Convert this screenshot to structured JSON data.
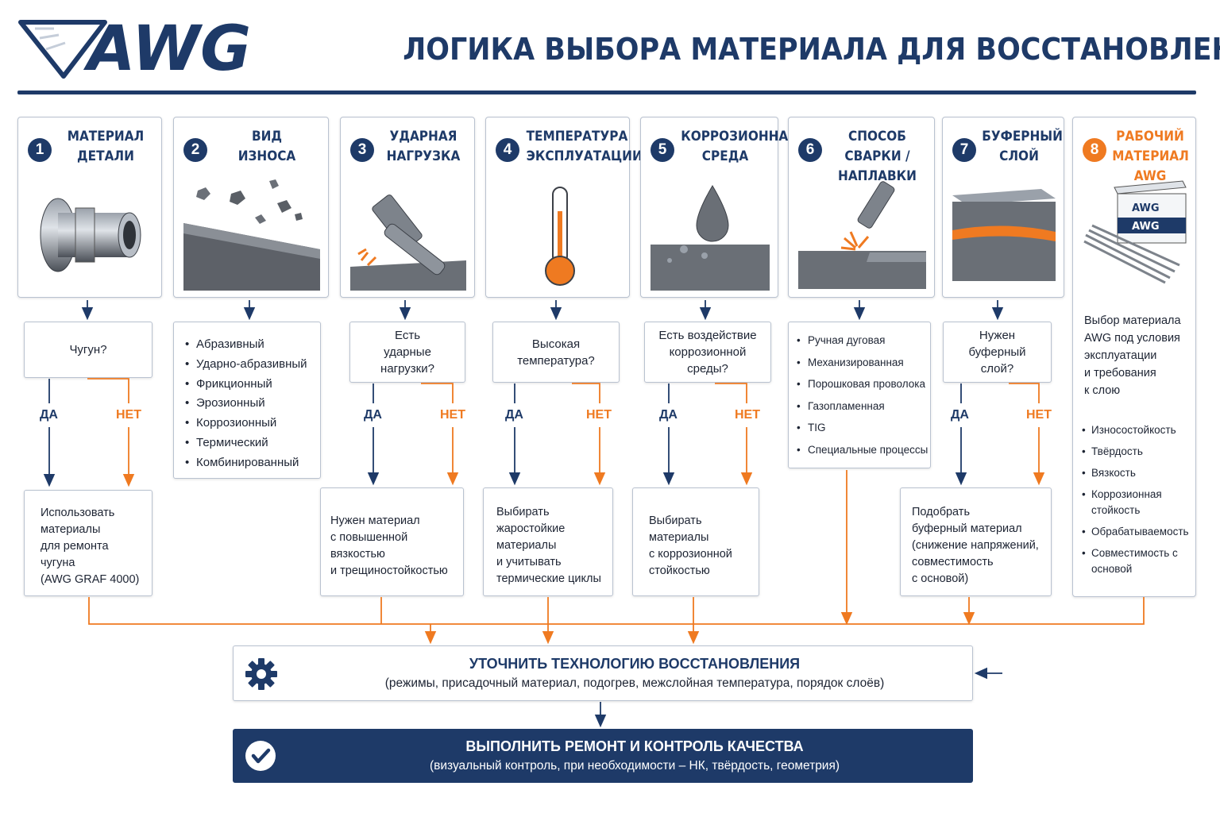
{
  "header": {
    "logo_text": "AWG",
    "title": "ЛОГИКА ВЫБОРА МАТЕРИАЛА ДЛЯ ВОССТАНОВЛЕНИЯ"
  },
  "steps": [
    {
      "number": "1",
      "title": "МАТЕРИАЛ\nДЕТАЛИ"
    },
    {
      "number": "2",
      "title": "ВИД\nИЗНОСА"
    },
    {
      "number": "3",
      "title": "УДАРНАЯ\nНАГРУЗКА"
    },
    {
      "number": "4",
      "title": "ТЕМПЕРАТУРА\nЭКСПЛУАТАЦИИ"
    },
    {
      "number": "5",
      "title": "КОРРОЗИОННАЯ\nСРЕДА"
    },
    {
      "number": "6",
      "title": "СПОСОБ\nСВАРКИ / НАПЛАВКИ"
    },
    {
      "number": "7",
      "title": "БУФЕРНЫЙ\nСЛОЙ"
    },
    {
      "number": "8",
      "title": "РАБОЧИЙ\nМАТЕРИАЛ AWG"
    }
  ],
  "questions": {
    "q1": "Чугун?",
    "q3": "Есть\nударные\nнагрузки?",
    "q4": "Высокая\nтемпература?",
    "q5": "Есть воздействие\nкоррозионной\nсреды?",
    "q7": "Нужен\nбуферный\nслой?"
  },
  "labels": {
    "yes": "ДА",
    "no": "НЕТ"
  },
  "wear_types": [
    "Абразивный",
    "Ударно-абразивный",
    "Фрикционный",
    "Эрозионный",
    "Коррозионный",
    "Термический",
    "Комбинированный"
  ],
  "weld_methods": [
    "Ручная дуговая",
    "Механизированная",
    "Порошковая проволока",
    "Газопламенная",
    "TIG",
    "Специальные процессы"
  ],
  "results": {
    "r1": "Использовать\nматериалы\nдля ремонта\nчугуна\n(AWG GRAF 4000)",
    "r3": "Нужен материал\nс повышенной\nвязкостью\nи трещиностойкостью",
    "r4": "Выбирать\nжаростойкие\nматериалы\nи учитывать\nтермические циклы",
    "r5": "Выбирать\nматериалы\nс коррозионной\nстойкостью",
    "r7": "Подобрать\nбуферный материал\n(снижение напряжений,\nсовместимость\nс основой)"
  },
  "awg_material": {
    "box_brand": "AWG",
    "description": "Выбор материала\nAWG под условия\nэксплуатации\nи требования\nк слою",
    "criteria": [
      "Износостойкость",
      "Твёрдость",
      "Вязкость",
      "Коррозионная стойкость",
      "Обрабатываемость",
      "Совместимость с основой"
    ]
  },
  "refine": {
    "title": "УТОЧНИТЬ ТЕХНОЛОГИЮ ВОССТАНОВЛЕНИЯ",
    "subtitle": "(режимы, присадочный материал, подогрев, межслойная температура, порядок слоёв)"
  },
  "execute": {
    "title": "ВЫПОЛНИТЬ РЕМОНТ И КОНТРОЛЬ КАЧЕСТВА",
    "subtitle": "(визуальный контроль, при необходимости – НК, твёрдость, геометрия)"
  },
  "colors": {
    "navy": "#1e3a68",
    "orange": "#ef7a21",
    "border": "#b9c2d0"
  }
}
